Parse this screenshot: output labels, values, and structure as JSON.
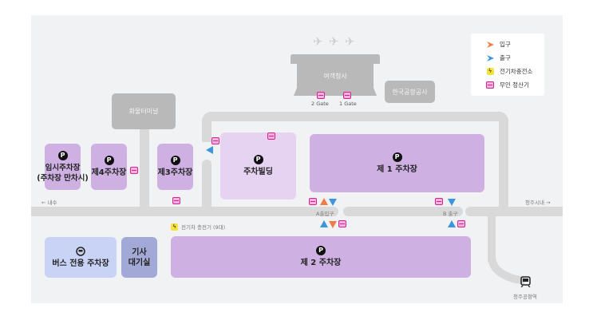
{
  "legend": {
    "entry": "입구",
    "exit": "출구",
    "ev_charging": "전기차충전소",
    "unmanned_payment": "무인 정산기"
  },
  "buildings": {
    "passenger_terminal": "여객청사",
    "gate2": "2 Gate",
    "gate1": "1 Gate",
    "kac": "한국공항공사",
    "cargo_terminal": "화물터미널"
  },
  "lots": {
    "temporary_line1": "임시주차장",
    "temporary_line2": "(주차장 만차시)",
    "lot4": "제4주차장",
    "lot3": "제3주차장",
    "parking_building": "주차빌딩",
    "lot1": "제 1 주차장",
    "lot2": "제 2 주차장",
    "bus_parking": "버스 전용 주차장",
    "driver_lounge_line1": "기사",
    "driver_lounge_line2": "대기실",
    "p_symbol": "P"
  },
  "labels": {
    "naesu": "← 내수",
    "cheongju_city": "청주시내 →",
    "a_gate": "A출입구",
    "b_exit": "B 출구",
    "ev_chargers": "전기차 충전기 (9대)",
    "cheongju_airport_station": "청주공항역"
  },
  "colors": {
    "entry": "#ef7b48",
    "exit": "#3c95de",
    "payment": "#d6208f",
    "ev": "#f6e23c",
    "lot": "#cfb0e3",
    "parking_building": "#e6d3f1",
    "bus_parking": "#c9d3f6",
    "driver_lounge": "#a3a9d6"
  }
}
